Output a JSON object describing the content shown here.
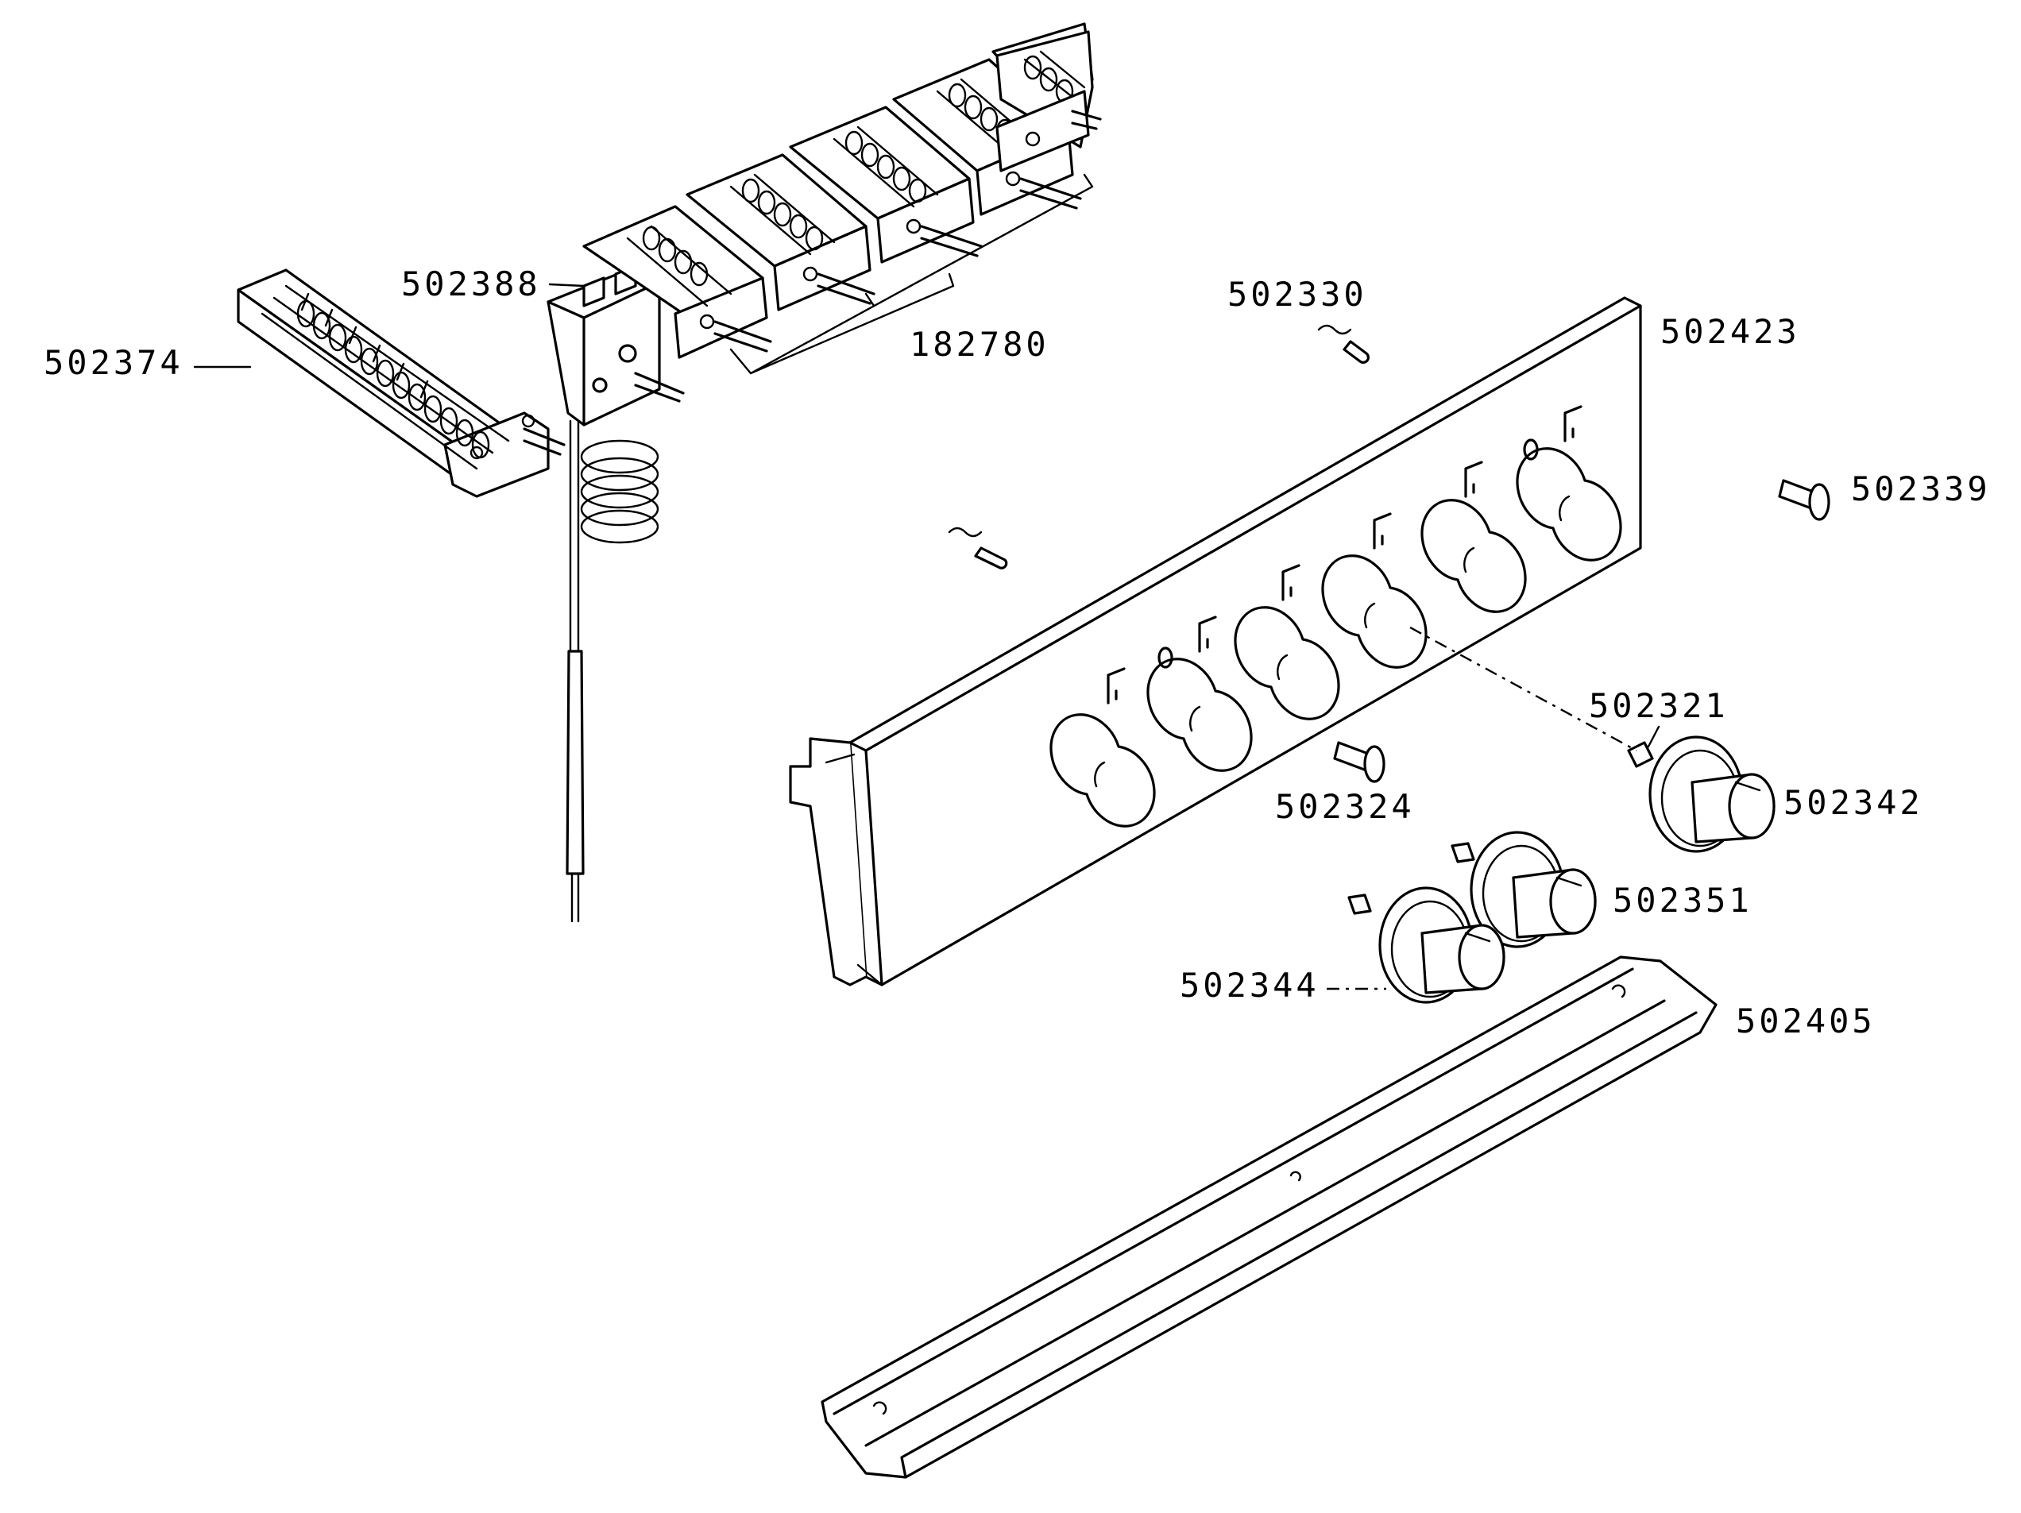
{
  "diagram": {
    "labels": {
      "p502374": "502374",
      "p502388": "502388",
      "p182780": "182780",
      "p502330": "502330",
      "p502423": "502423",
      "p502339": "502339",
      "p502321": "502321",
      "p502324": "502324",
      "p502342": "502342",
      "p502351": "502351",
      "p502344": "502344",
      "p502405": "502405"
    }
  }
}
